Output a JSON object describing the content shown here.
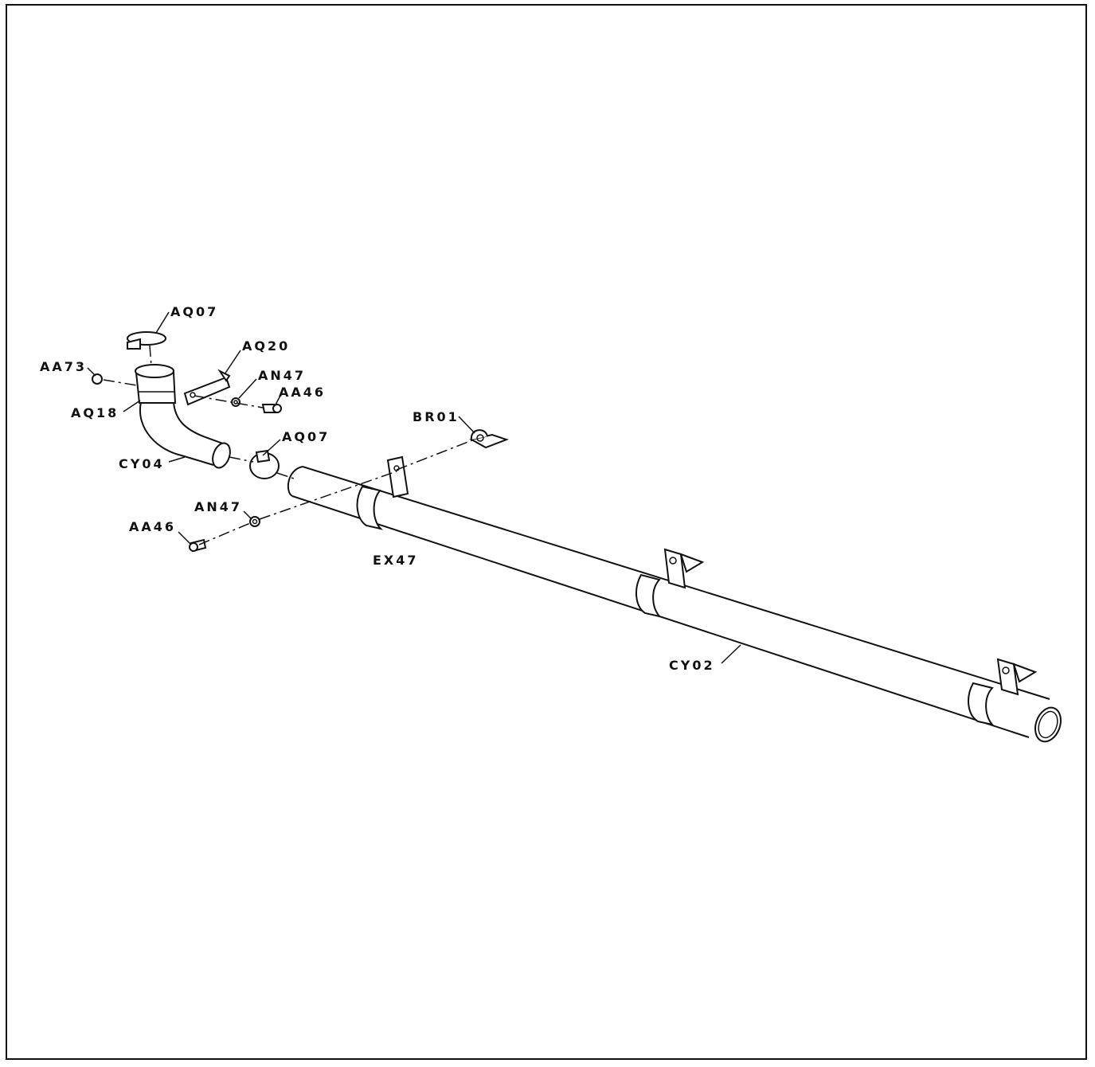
{
  "diagram": {
    "callouts": {
      "aq07_top": "AQ07",
      "aq20": "AQ20",
      "an47_top": "AN47",
      "aa46_top": "AA46",
      "aa73": "AA73",
      "aq18": "AQ18",
      "cy04": "CY04",
      "aq07_mid": "AQ07",
      "br01": "BR01",
      "an47_low": "AN47",
      "aa46_low": "AA46",
      "ex47": "EX47",
      "cy02": "CY02"
    }
  }
}
